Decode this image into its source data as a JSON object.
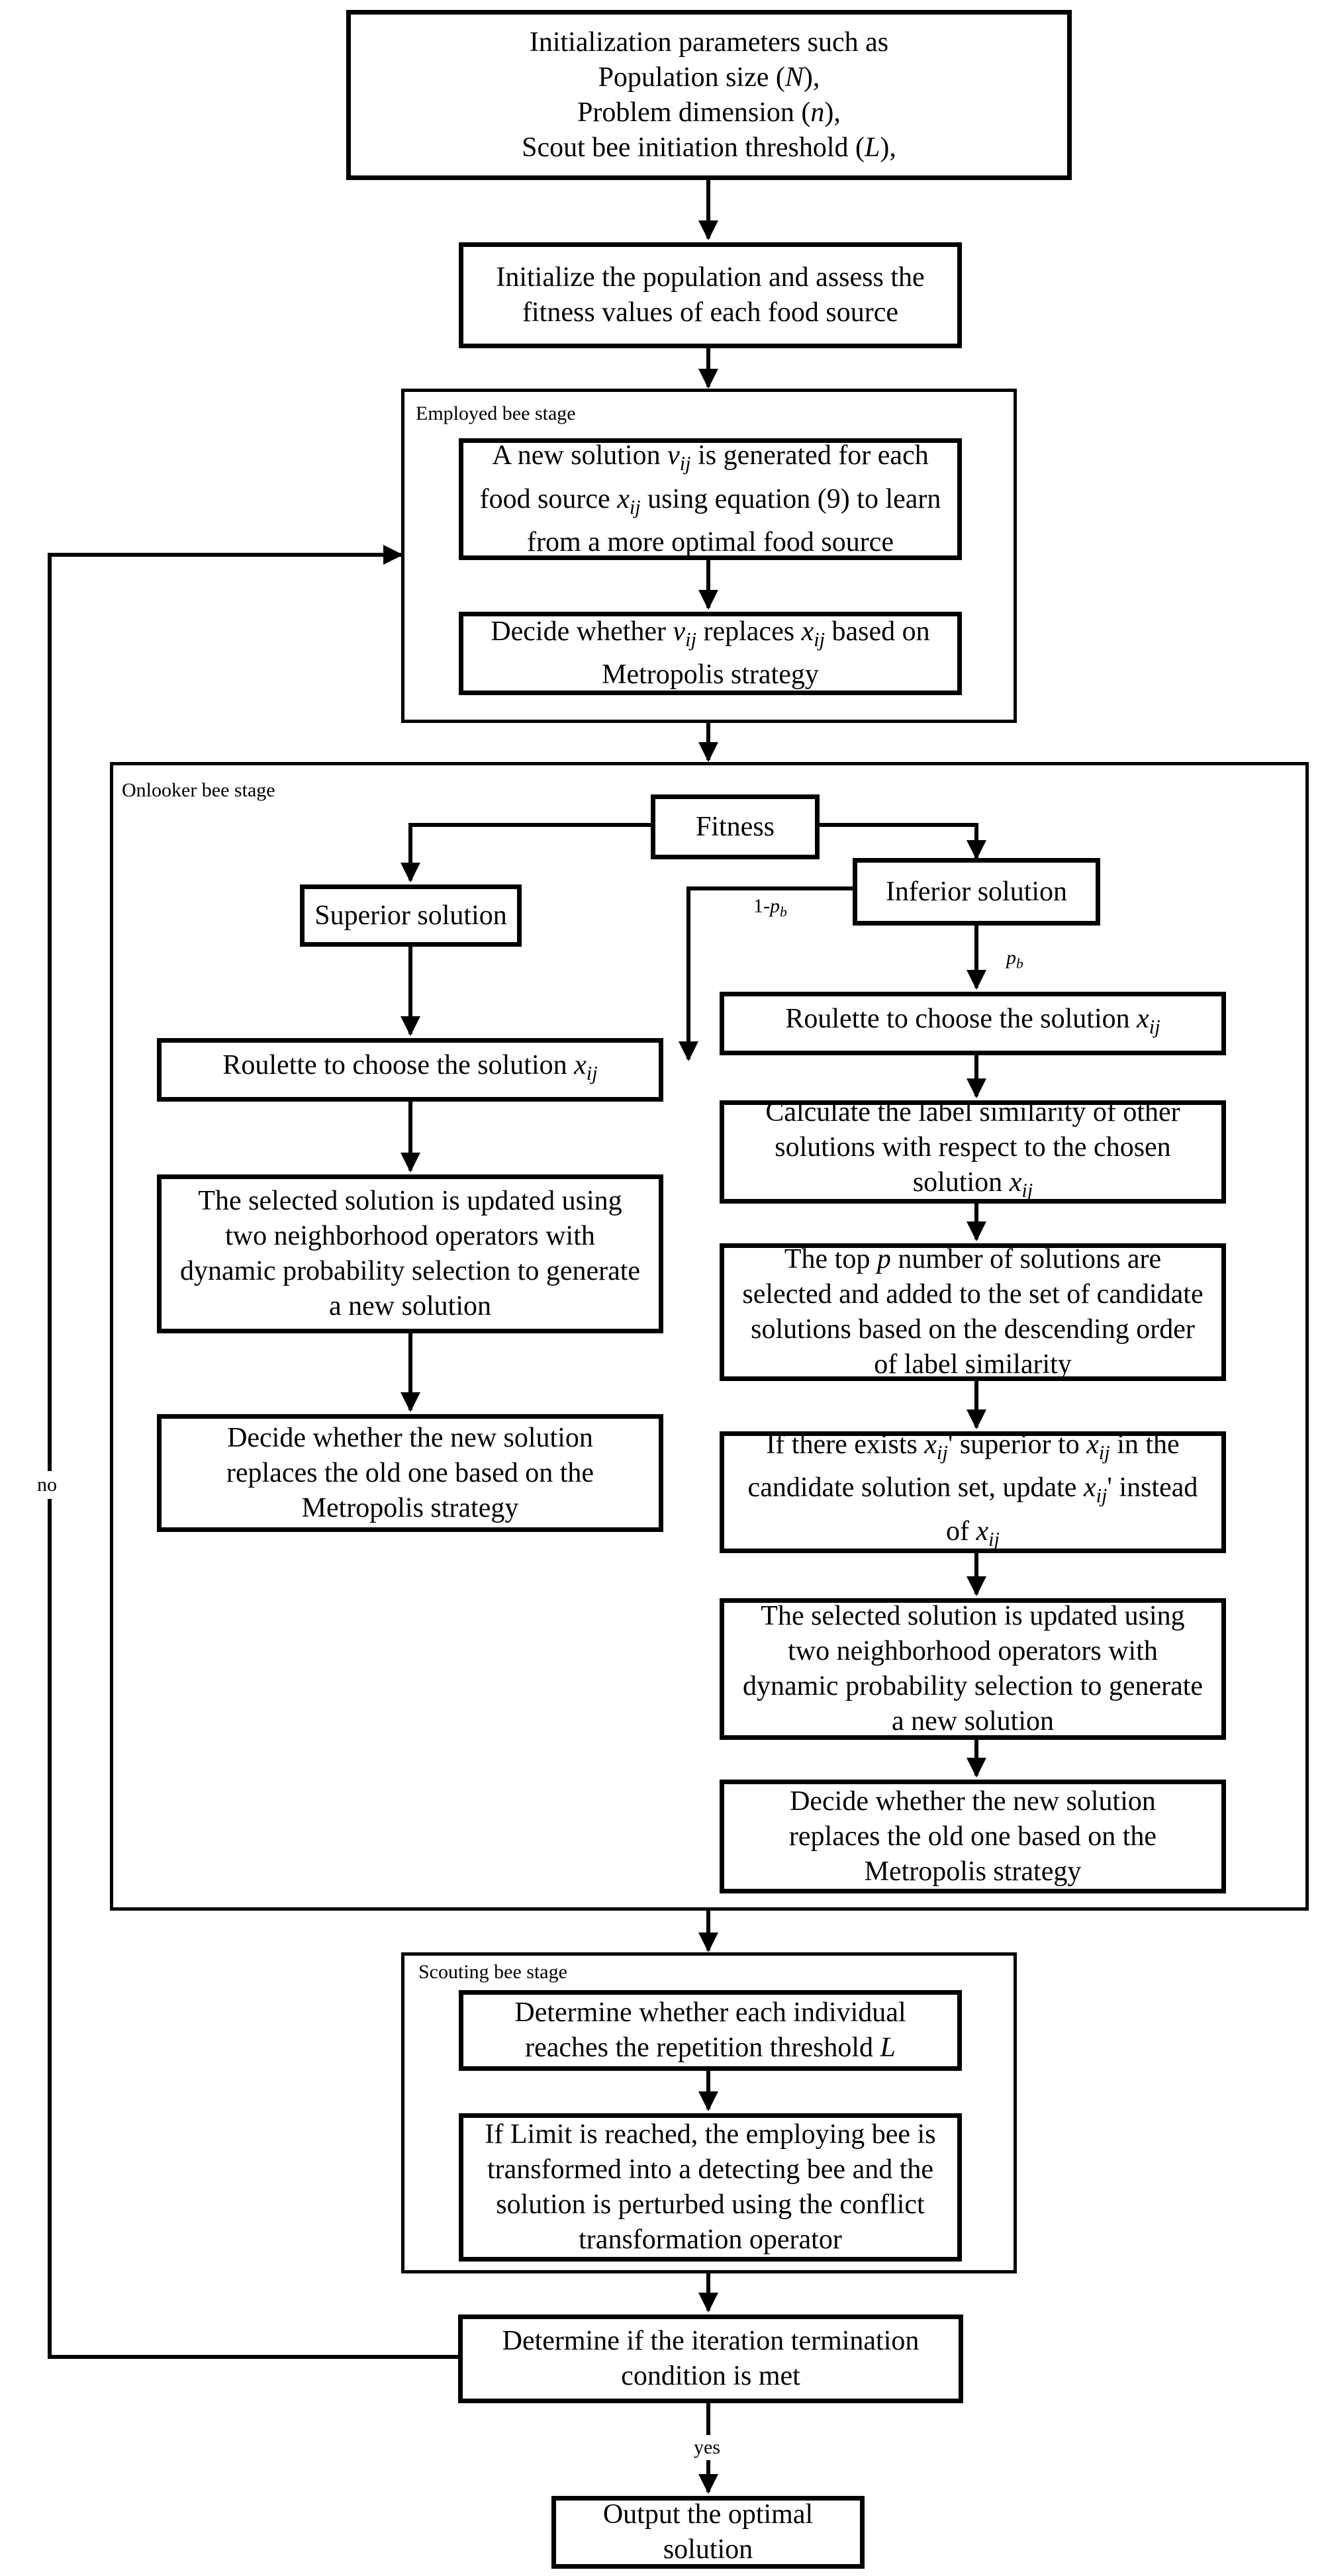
{
  "stages": {
    "employed": "Employed bee stage",
    "onlooker": "Onlooker bee stage",
    "scouting": "Scouting bee stage"
  },
  "nodes": {
    "init_params": [
      "Initialization parameters such as",
      "Population size (",
      "N",
      "),",
      "Problem dimension (",
      "n",
      "),",
      "Scout bee initiation threshold (",
      "L",
      "),"
    ],
    "init_population": [
      "Initialize the population and assess the",
      "fitness values of each food source"
    ],
    "employed_new_solution": [
      "A new solution ",
      "v",
      "ij",
      " is generated for each",
      "food source ",
      "x",
      "ij",
      " using equation (9) to learn",
      "from a more optimal food source"
    ],
    "employed_decide": [
      "Decide whether ",
      "v",
      "ij",
      " replaces ",
      "x",
      "ij",
      " based on",
      "Metropolis strategy"
    ],
    "fitness": "Fitness",
    "superior": "Superior solution",
    "inferior": "Inferior solution",
    "roulette_left": [
      "Roulette  to choose the solution ",
      "x",
      "ij"
    ],
    "roulette_right": [
      "Roulette to choose the solution ",
      "x",
      "ij"
    ],
    "left_update": [
      "The selected solution is updated using",
      "two neighborhood operators with",
      "dynamic probability selection to generate",
      "a new solution"
    ],
    "left_decide": [
      "Decide whether the new solution",
      "replaces the old one based on the",
      "Metropolis strategy"
    ],
    "label_similarity": [
      "Calculate the label similarity of other",
      "solutions with respect to the chosen",
      "solution ",
      "x",
      "ij"
    ],
    "top_p": [
      "The top ",
      "p",
      " number of solutions are",
      "selected and added to the set of candidate",
      "solutions based on the descending order",
      "of label similarity"
    ],
    "if_exists": [
      "If there exists ",
      "x",
      "ij",
      "' superior to ",
      "x",
      "ij",
      " in the",
      "candidate solution set, update  ",
      "x",
      "ij",
      "'  instead",
      "of ",
      "x",
      "ij"
    ],
    "right_update": [
      "The selected solution is updated using",
      "two neighborhood operators with",
      "dynamic probability selection to generate",
      "a new solution"
    ],
    "right_decide": [
      "Decide whether the new solution",
      "replaces the old one based on the",
      "Metropolis strategy"
    ],
    "repetition": [
      "Determine whether each individual",
      "reaches the repetition threshold ",
      "L"
    ],
    "limit": [
      "If Limit is reached, the employing bee is",
      "transformed into a detecting bee and the",
      "solution is perturbed using the conflict",
      "transformation operator"
    ],
    "termination": [
      "Determine if the iteration termination",
      "condition is met"
    ],
    "output": [
      "Output the optimal",
      "solution"
    ]
  },
  "edge_labels": {
    "one_minus_pb": [
      "1-",
      "p",
      "b"
    ],
    "pb": [
      "p",
      "b"
    ],
    "no": "no",
    "yes": "yes"
  }
}
